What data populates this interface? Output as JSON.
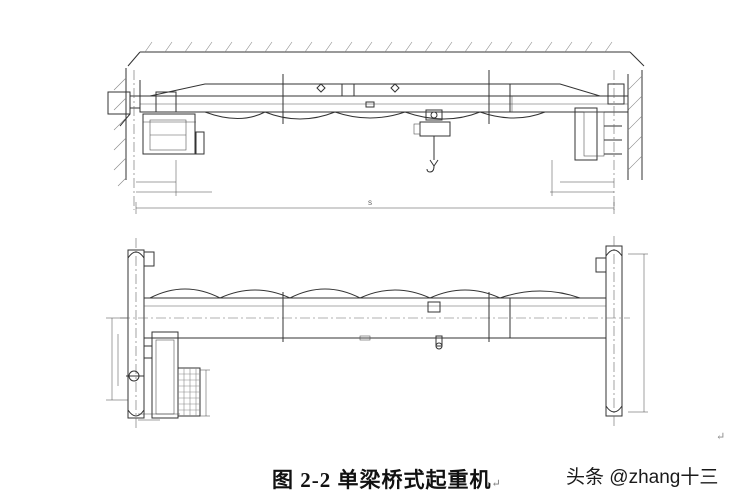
{
  "figure": {
    "caption": "图 2-2  单梁桥式起重机",
    "caption_mark": "↵",
    "paragraph_mark": "↵",
    "dimension_label": "S"
  },
  "watermark": {
    "text": "头条 @zhang十三"
  },
  "colors": {
    "line": "#333333",
    "background": "#ffffff",
    "text": "#111111"
  }
}
